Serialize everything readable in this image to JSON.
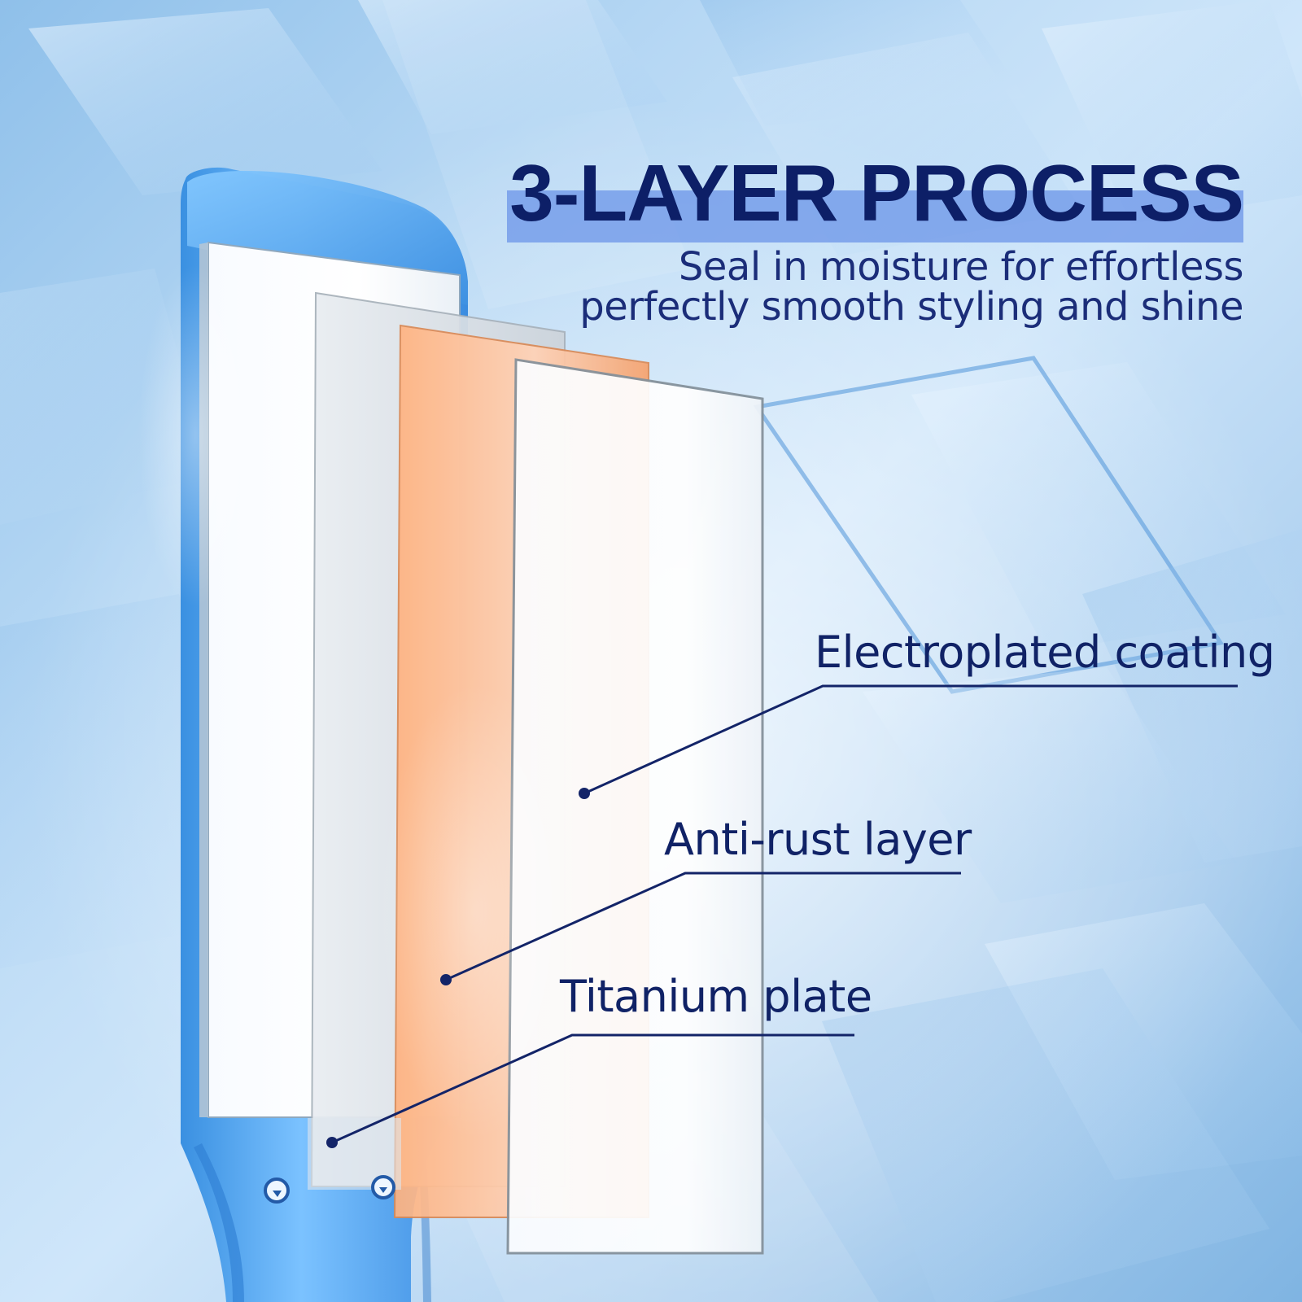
{
  "headline": "3-LAYER PROCESS",
  "subhead": {
    "line1": "Seal in moisture for effortless",
    "line2": "perfectly smooth styling and shine"
  },
  "callouts": [
    {
      "label": "Electroplated coating"
    },
    {
      "label": "Anti-rust layer"
    },
    {
      "label": "Titanium plate"
    }
  ],
  "colors": {
    "navy": "#102266",
    "highlight_band": "#6891e8",
    "background_light": "#cfe6fa",
    "background_dark": "#7fb4e2",
    "plate_white": "#fbfdff",
    "plate_gray": "#d8dde2",
    "plate_orange": "#ffb98e",
    "device_blue": "#4a9ae8"
  }
}
